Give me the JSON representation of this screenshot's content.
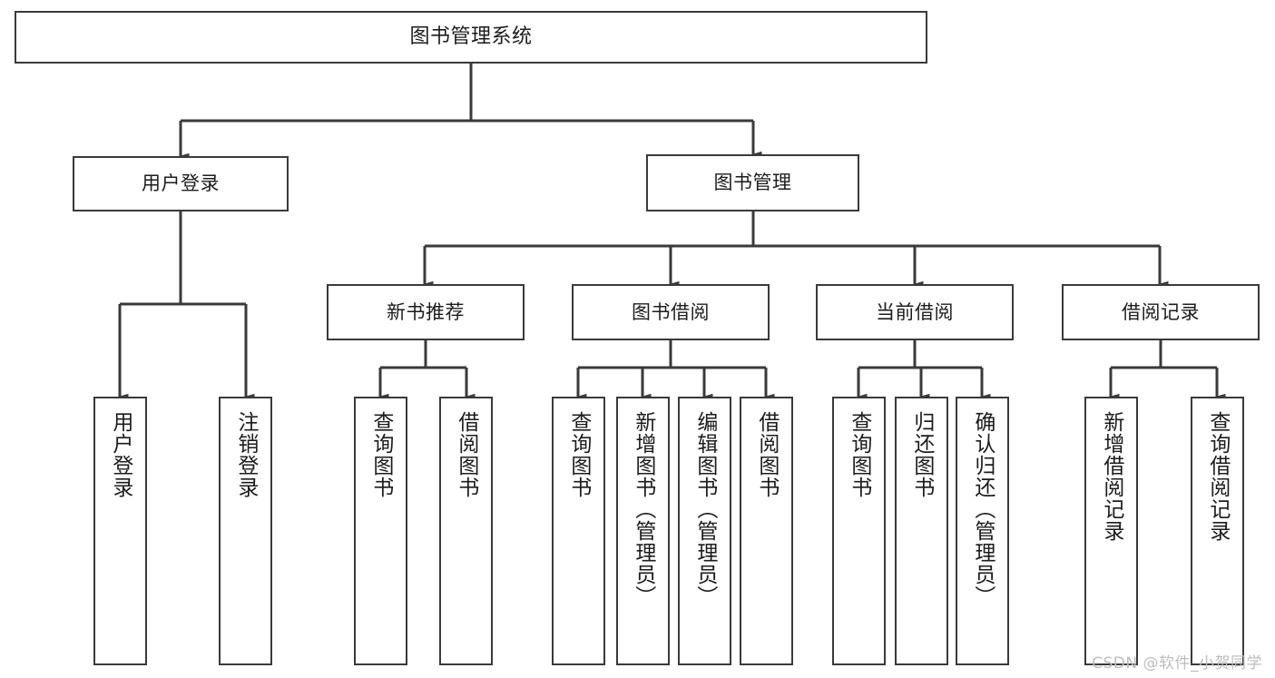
{
  "diagram": {
    "title": "图书管理系统",
    "watermark": "CSDN @软件_小贺同学",
    "line_color": "#3a3a3a",
    "background_color": "#ffffff",
    "text_color": "#1c1c1c",
    "root": {
      "label": "图书管理系统"
    },
    "level2": [
      {
        "label": "用户登录"
      },
      {
        "label": "图书管理"
      }
    ],
    "level3": [
      {
        "label": "新书推荐"
      },
      {
        "label": "图书借阅"
      },
      {
        "label": "当前借阅"
      },
      {
        "label": "借阅记录"
      }
    ],
    "leaves": {
      "user_login": [
        {
          "label": "用户登录"
        },
        {
          "label": "注销登录"
        }
      ],
      "new_book": [
        {
          "label": "查询图书"
        },
        {
          "label": "借阅图书"
        }
      ],
      "book_borrow": [
        {
          "label": "查询图书"
        },
        {
          "label": "新增图书（管理员）"
        },
        {
          "label": "编辑图书（管理员）"
        },
        {
          "label": "借阅图书"
        }
      ],
      "current_borrow": [
        {
          "label": "查询图书"
        },
        {
          "label": "归还图书"
        },
        {
          "label": "确认归还（管理员）"
        }
      ],
      "borrow_record": [
        {
          "label": "新增借阅记录"
        },
        {
          "label": "查询借阅记录"
        }
      ]
    }
  }
}
